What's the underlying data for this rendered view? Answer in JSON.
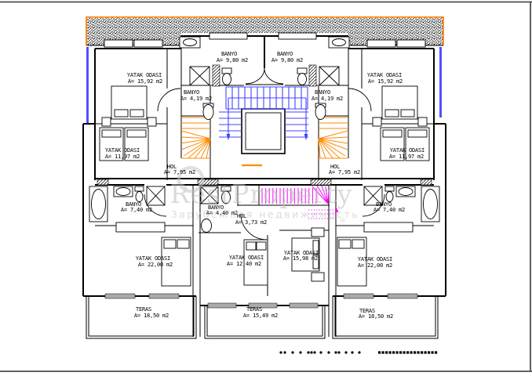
{
  "drawing": {
    "kind_label": "apartment floor plan",
    "colors": {
      "walls": "#000000",
      "frame": "#4d4d4d",
      "stair_blue": "#4343ff",
      "edge_blue": "#5151ff",
      "stair_orange": "#ff8a00",
      "band_orange": "#ff8000",
      "stair_magenta": "#ff00ff",
      "watermark_gray": "#bfbfbf"
    }
  },
  "rooms": [
    {
      "name": "BANYO",
      "area": "A= 9,80 m2"
    },
    {
      "name": "BANYO",
      "area": "A= 9,80 m2"
    },
    {
      "name": "YATAK ODASI",
      "area": "A= 15,92 m2"
    },
    {
      "name": "YATAK ODASI",
      "area": "A= 15,92 m2"
    },
    {
      "name": "BANYO",
      "area": "A= 4,19 m2"
    },
    {
      "name": "BANYO",
      "area": "A= 4,19 m2"
    },
    {
      "name": "YATAK ODASI",
      "area": "A= 11,97 m2"
    },
    {
      "name": "YATAK ODASI",
      "area": "A= 11,97 m2"
    },
    {
      "name": "HOL",
      "area": "A= 7,95 m2"
    },
    {
      "name": "HOL",
      "area": "A= 7,95 m2"
    },
    {
      "name": "BANYO",
      "area": "A= 7,40 m2"
    },
    {
      "name": "BANYO",
      "area": "A= 7,40 m2"
    },
    {
      "name": "BANYO",
      "area": "A= 4,40 m2"
    },
    {
      "name": "HOL",
      "area": "A= 3,73 m2"
    },
    {
      "name": "YATAK ODASI",
      "area": "A= 22,00 m2"
    },
    {
      "name": "YATAK ODASI",
      "area": "A= 12,40 m2"
    },
    {
      "name": "YATAK ODASI",
      "area": "A= 15,98 m2"
    },
    {
      "name": "YATAK ODASI",
      "area": "A= 22,00 m2"
    },
    {
      "name": "TERAS",
      "area": "A= 18,50 m2"
    },
    {
      "name": "TERAS",
      "area": "A= 15,49 m2"
    },
    {
      "name": "TERAS",
      "area": "A= 18,50 m2"
    }
  ],
  "watermark": {
    "brand": "RestProperty",
    "tagline": "Зарубежная недвижимость",
    "mark": "®"
  }
}
